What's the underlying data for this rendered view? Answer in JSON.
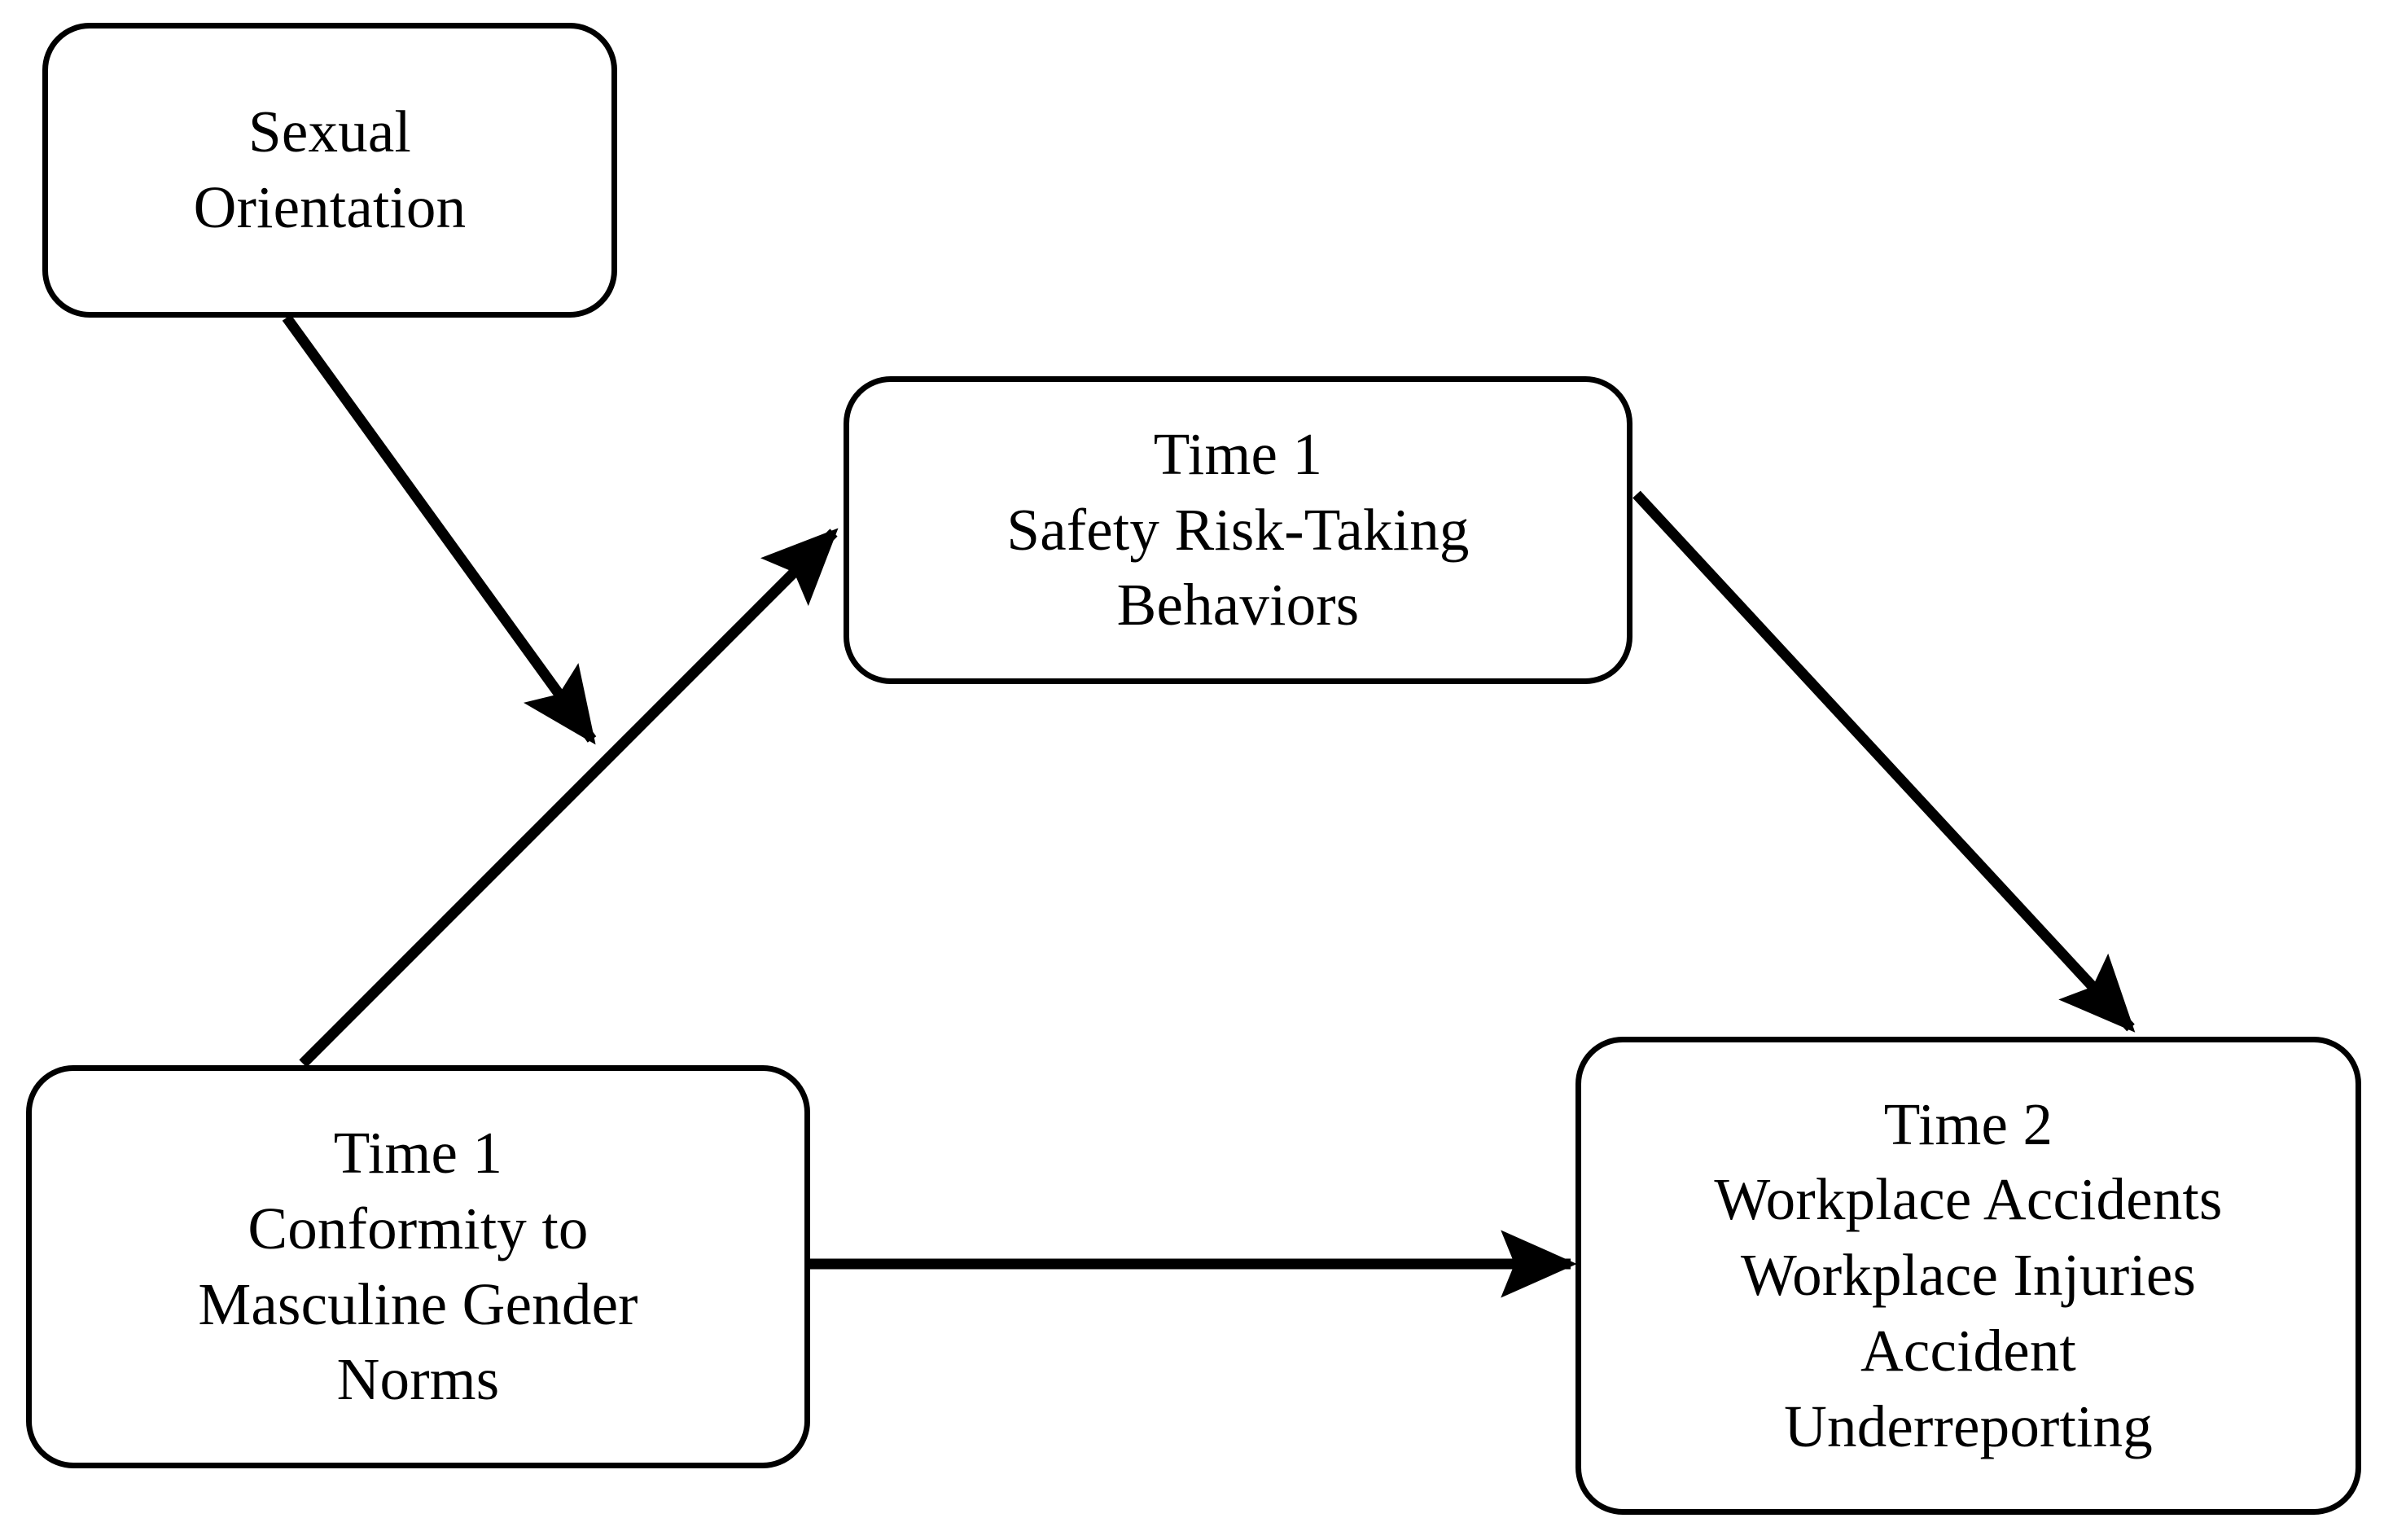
{
  "diagram": {
    "type": "conceptual-path-model",
    "background_color": "#ffffff",
    "line_color": "#000000",
    "nodes": [
      {
        "id": "sexual-orientation",
        "label": "Sexual\nOrientation",
        "lines": [
          "Sexual",
          "Orientation"
        ]
      },
      {
        "id": "safety-risk-taking",
        "label": "Time 1\nSafety Risk-Taking\nBehaviors",
        "lines": [
          "Time 1",
          "Safety Risk-Taking",
          "Behaviors"
        ]
      },
      {
        "id": "conformity",
        "label": "Time 1\nConformity to\nMasculine Gender\nNorms",
        "lines": [
          "Time 1",
          "Conformity to",
          "Masculine Gender",
          "Norms"
        ]
      },
      {
        "id": "outcomes",
        "label": "Time 2\nWorkplace Accidents\nWorkplace Injuries\nAccident\nUnderreporting",
        "lines": [
          "Time 2",
          "Workplace Accidents",
          "Workplace Injuries",
          "Accident",
          "Underreporting"
        ]
      }
    ],
    "edges": [
      {
        "id": "edge-orientation-to-conformity",
        "from": "sexual-orientation",
        "to": "conformity-path",
        "style": "solid",
        "arrowhead": "filled-triangle",
        "label": ""
      },
      {
        "id": "edge-conformity-to-risk",
        "from": "conformity",
        "to": "safety-risk-taking",
        "style": "solid",
        "arrowhead": "filled-triangle",
        "label": ""
      },
      {
        "id": "edge-risk-to-outcomes",
        "from": "safety-risk-taking",
        "to": "outcomes",
        "style": "solid",
        "arrowhead": "filled-triangle",
        "label": ""
      },
      {
        "id": "edge-conformity-to-outcomes",
        "from": "conformity",
        "to": "outcomes",
        "style": "solid",
        "arrowhead": "filled-triangle",
        "label": ""
      }
    ]
  }
}
